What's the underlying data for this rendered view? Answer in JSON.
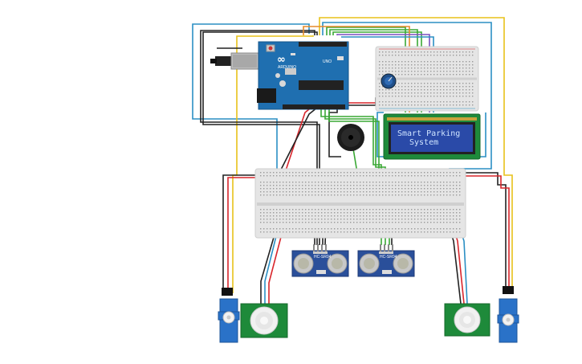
{
  "lcd": {
    "line1": "Smart Parking",
    "line2": "System"
  },
  "arduino": {
    "brand": "UNO",
    "maker": "ARDUINO"
  },
  "sensor_labels": {
    "left": "HC-SR04",
    "right": "HC-SR04"
  },
  "colors": {
    "wire_red": "#d9262c",
    "wire_black": "#222222",
    "wire_yellow": "#e8c21a",
    "wire_blue": "#2b8fc4",
    "wire_green": "#3aa835",
    "wire_orange": "#e58a2a",
    "wire_purple": "#7b4fc0",
    "board_blue": "#1f6fb0",
    "breadboard": "#e5e5e5",
    "pir_green": "#1e8a3a",
    "servo_blue": "#2a72c8"
  }
}
